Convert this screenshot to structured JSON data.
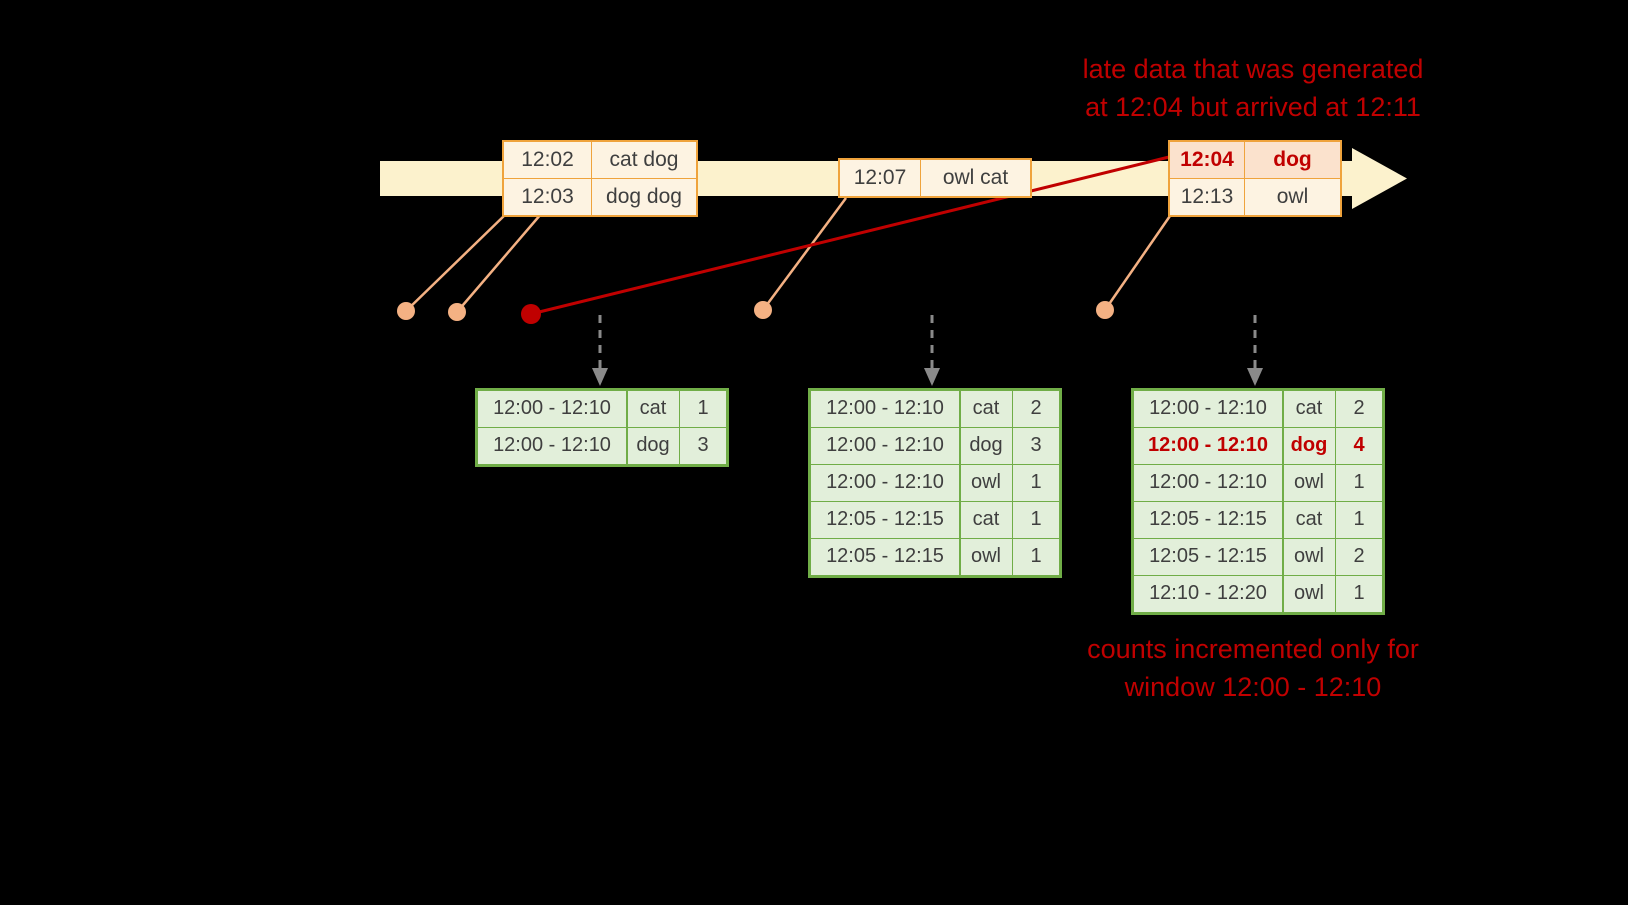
{
  "colors": {
    "background": "#000000",
    "red": "#c00000",
    "salmon": "#f4b183",
    "arrow_fill": "#fcf2cd",
    "orange_border": "#efa33c",
    "cream_fill": "#fdf3e2",
    "late_fill": "#fbe2cd",
    "green_border": "#70ad47",
    "green_fill": "#e2efda",
    "gray_arrow": "#8a8a8a",
    "cell_text": "#3f3f3f"
  },
  "annotations": {
    "late_data": {
      "line1": "late data that was generated",
      "line2": "at 12:04 but arrived at 12:11"
    },
    "counts": {
      "line1": "counts incremented only for",
      "line2": "window 12:00 - 12:10"
    }
  },
  "event_boxes": [
    {
      "rows": [
        {
          "time": "12:02",
          "words": "cat dog"
        },
        {
          "time": "12:03",
          "words": "dog dog"
        }
      ]
    },
    {
      "rows": [
        {
          "time": "12:07",
          "words": "owl cat"
        }
      ]
    },
    {
      "rows": [
        {
          "time": "12:04",
          "words": "dog"
        },
        {
          "time": "12:13",
          "words": "owl"
        }
      ]
    }
  ],
  "result_tables": [
    {
      "rows": [
        {
          "window": "12:00 - 12:10",
          "word": "cat",
          "count": "1"
        },
        {
          "window": "12:00 - 12:10",
          "word": "dog",
          "count": "3"
        }
      ]
    },
    {
      "rows": [
        {
          "window": "12:00 - 12:10",
          "word": "cat",
          "count": "2"
        },
        {
          "window": "12:00 - 12:10",
          "word": "dog",
          "count": "3"
        },
        {
          "window": "12:00 - 12:10",
          "word": "owl",
          "count": "1"
        },
        {
          "window": "12:05 - 12:15",
          "word": "cat",
          "count": "1"
        },
        {
          "window": "12:05 - 12:15",
          "word": "owl",
          "count": "1"
        }
      ]
    },
    {
      "rows": [
        {
          "window": "12:00 - 12:10",
          "word": "cat",
          "count": "2"
        },
        {
          "window": "12:00 - 12:10",
          "word": "dog",
          "count": "4"
        },
        {
          "window": "12:00 - 12:10",
          "word": "owl",
          "count": "1"
        },
        {
          "window": "12:05 - 12:15",
          "word": "cat",
          "count": "1"
        },
        {
          "window": "12:05 - 12:15",
          "word": "owl",
          "count": "2"
        },
        {
          "window": "12:10 - 12:20",
          "word": "owl",
          "count": "1"
        }
      ]
    }
  ]
}
